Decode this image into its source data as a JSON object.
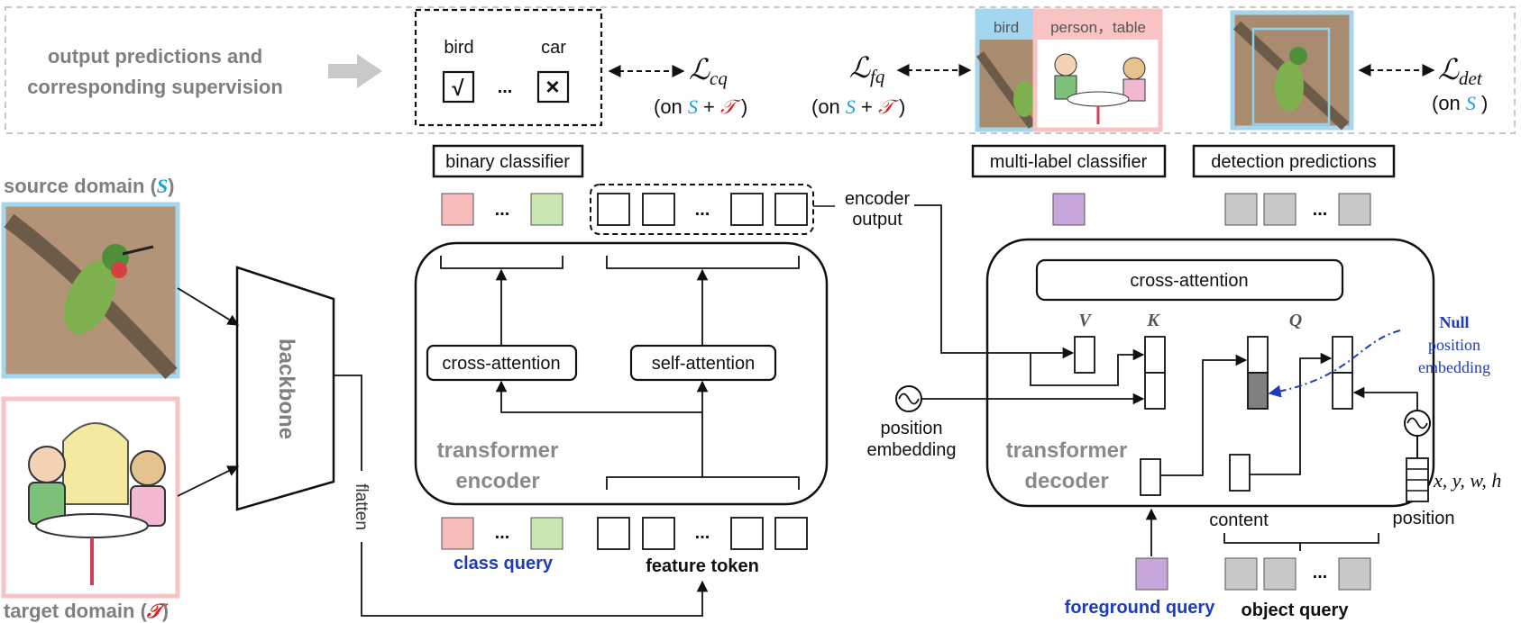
{
  "top_panel": {
    "heading_line1": "output predictions and",
    "heading_line2": "corresponding supervision",
    "classifier_box": {
      "label_left": "bird",
      "label_right": "car",
      "mark_left": "√",
      "mark_right": "×",
      "ellipsis": "..."
    },
    "loss_cq": {
      "symbol": "ℒ",
      "subscript": "cq",
      "note_open": "(on ",
      "plus": " + ",
      "note_close": " )"
    },
    "loss_fq": {
      "symbol": "ℒ",
      "subscript": "fq",
      "note_open": "(on ",
      "plus": " + ",
      "note_close": " )"
    },
    "multilabel_tags": {
      "left": "bird",
      "right": "person，table"
    },
    "loss_det": {
      "symbol": "ℒ",
      "subscript": "det",
      "note_open": "(on ",
      "note_close": " )"
    }
  },
  "domain_symbols": {
    "source": "S",
    "target": "𝒯"
  },
  "left_inputs": {
    "source_label": "source domain (",
    "target_label": "target domain (",
    "label_close": ")"
  },
  "backbone": {
    "label": "backbone",
    "flatten_label": "flatten"
  },
  "encoder": {
    "binary_classifier_label": "binary classifier",
    "encoder_output_line1": "encoder",
    "encoder_output_line2": "output",
    "cross_attention": "cross-attention",
    "self_attention": "self-attention",
    "title_line1": "transformer",
    "title_line2": "encoder",
    "class_query_label": "class query",
    "feature_token_label": "feature token",
    "ellipsis": "..."
  },
  "position_embedding": {
    "line1": "position",
    "line2": "embedding"
  },
  "decoder": {
    "multilabel_label": "multi-label classifier",
    "detection_label": "detection predictions",
    "cross_attention": "cross-attention",
    "v": "V",
    "k": "K",
    "q": "Q",
    "null_line1": "Null",
    "null_line2": "position",
    "null_line3": "embedding",
    "title_line1": "transformer",
    "title_line2": "decoder",
    "content_label": "content",
    "position_label": "position",
    "xywh": "x, y, w, h",
    "foreground_query_label": "foreground query",
    "object_query_label": "object query",
    "ellipsis": "..."
  },
  "colors": {
    "source_blue": "#17a3d8",
    "target_red": "#d62020",
    "query_blue": "#1d3bbf",
    "pink_token": "#f6bcbc",
    "green_token": "#c9e6b2",
    "purple_token": "#c7a6dc",
    "gray_token": "#c8c8c8",
    "source_border": "#a4d7ef",
    "target_border": "#f7c3c3"
  }
}
